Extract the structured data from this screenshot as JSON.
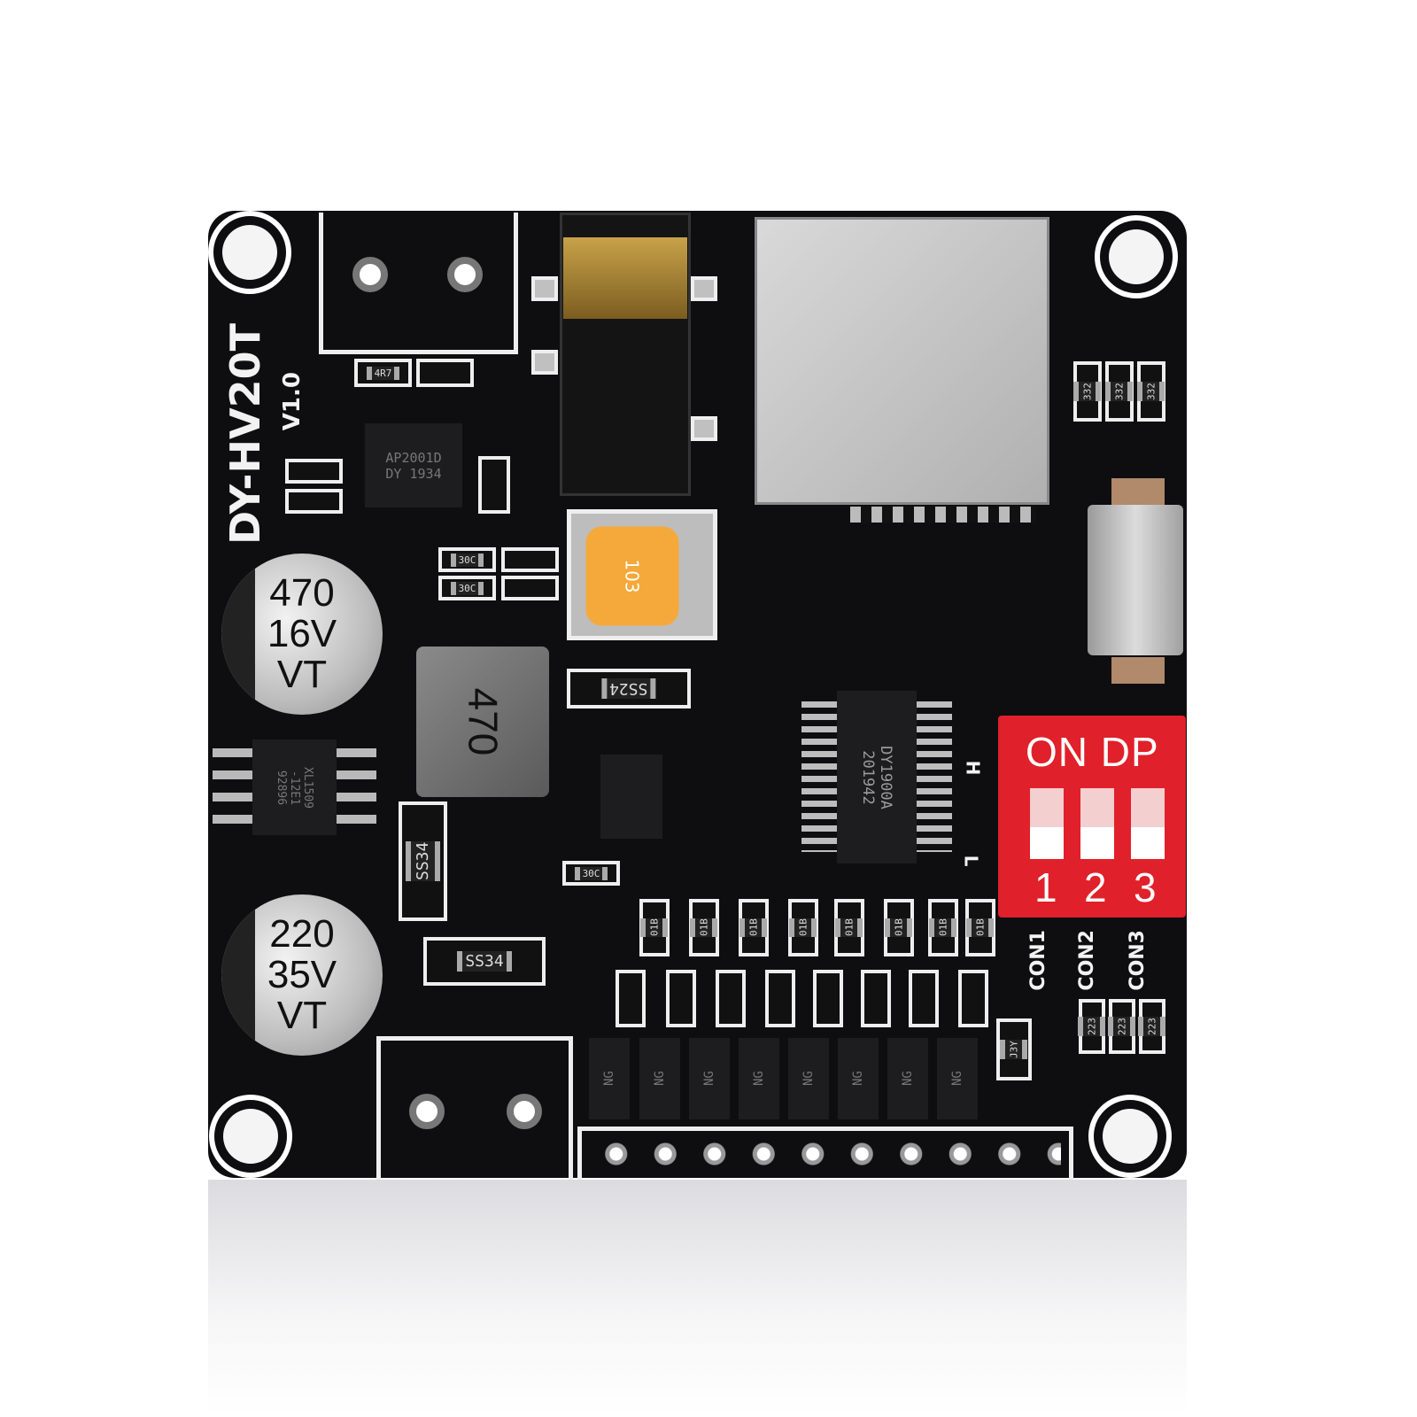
{
  "board": {
    "model": "DY-HV20T",
    "version": "V1.0"
  },
  "chips": {
    "amp": {
      "line1": "AP2001D",
      "line2": "DY 1934"
    },
    "regulator": {
      "line1": "XL1509",
      "line2": "-12E1",
      "line3": "92896"
    },
    "main": {
      "line1": "DY1900A",
      "line2": "201942"
    }
  },
  "capacitors": [
    {
      "line1": "470",
      "line2": "16V",
      "line3": "VT"
    },
    {
      "line1": "220",
      "line2": "35V",
      "line3": "VT"
    }
  ],
  "inductor": "470",
  "diodes": [
    "SS24",
    "SS34",
    "SS34"
  ],
  "potentiometer": "103",
  "dip_switch": {
    "title": "ON DP",
    "numbers": [
      "1",
      "2",
      "3"
    ],
    "color": "#e0202a"
  },
  "markings": {
    "h": "H",
    "l": "L",
    "con": [
      "CON1",
      "CON2",
      "CON3"
    ]
  },
  "smd_codes": {
    "r4r7": "4R7",
    "r332": "332",
    "r30c": "30C",
    "r01b": "01B",
    "ng": "NG",
    "j3y": "J3Y",
    "r223": "223"
  }
}
